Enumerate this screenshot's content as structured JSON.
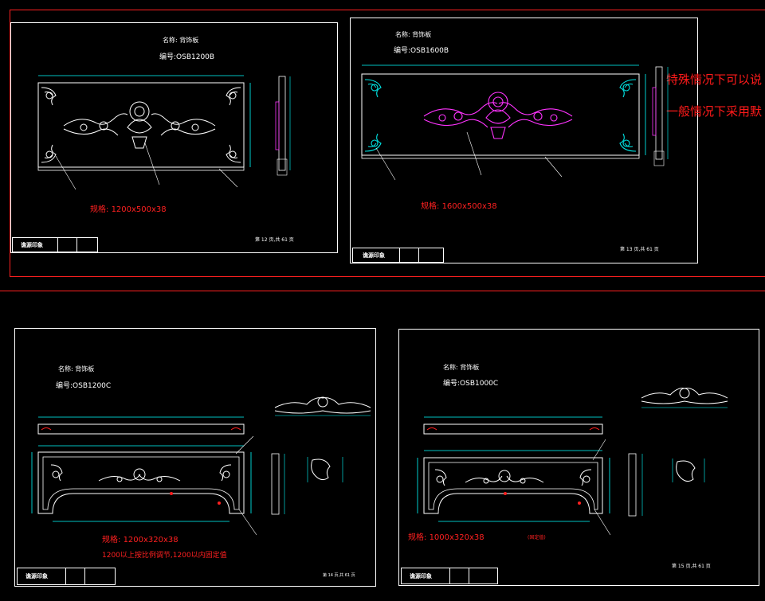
{
  "colors": {
    "background": "#000000",
    "frame": "#ffffff",
    "dim": "#00ffff",
    "accent": "#ff2020",
    "carving": "#ff33ff",
    "carving_cyan": "#00e5e5"
  },
  "sheet1": {
    "name": "名称: 背饰板",
    "code": "编号:OSB1200B",
    "spec_label": "规格:",
    "spec_value": "1200x500x38",
    "page": "第 12 页,共 61 页",
    "logo": "谯源印象"
  },
  "sheet2": {
    "name": "名称: 背饰板",
    "code": "编号:OSB1600B",
    "spec_label": "规格:",
    "spec_value": "1600x500x38",
    "page": "第 13 页,共 61 页",
    "logo": "谯源印象"
  },
  "sheet3": {
    "name": "名称: 背饰板",
    "code": "编号:OSB1200C",
    "spec_label": "规格:",
    "spec_value": "1200x320x38",
    "note": "1200以上按比例调节,1200以内固定值",
    "page": "第 14 页,共 61 页",
    "logo": "谯源印象"
  },
  "sheet4": {
    "name": "名称: 背饰板",
    "code": "编号:OSB1000C",
    "spec_label": "规格:",
    "spec_value": "1000x320x38",
    "note": "(固定值)",
    "page": "第 15 页,共 61 页",
    "logo": "谯源印象"
  },
  "annotation": {
    "line1": "特殊情况下可以说",
    "line2": "一般情况下采用默"
  }
}
